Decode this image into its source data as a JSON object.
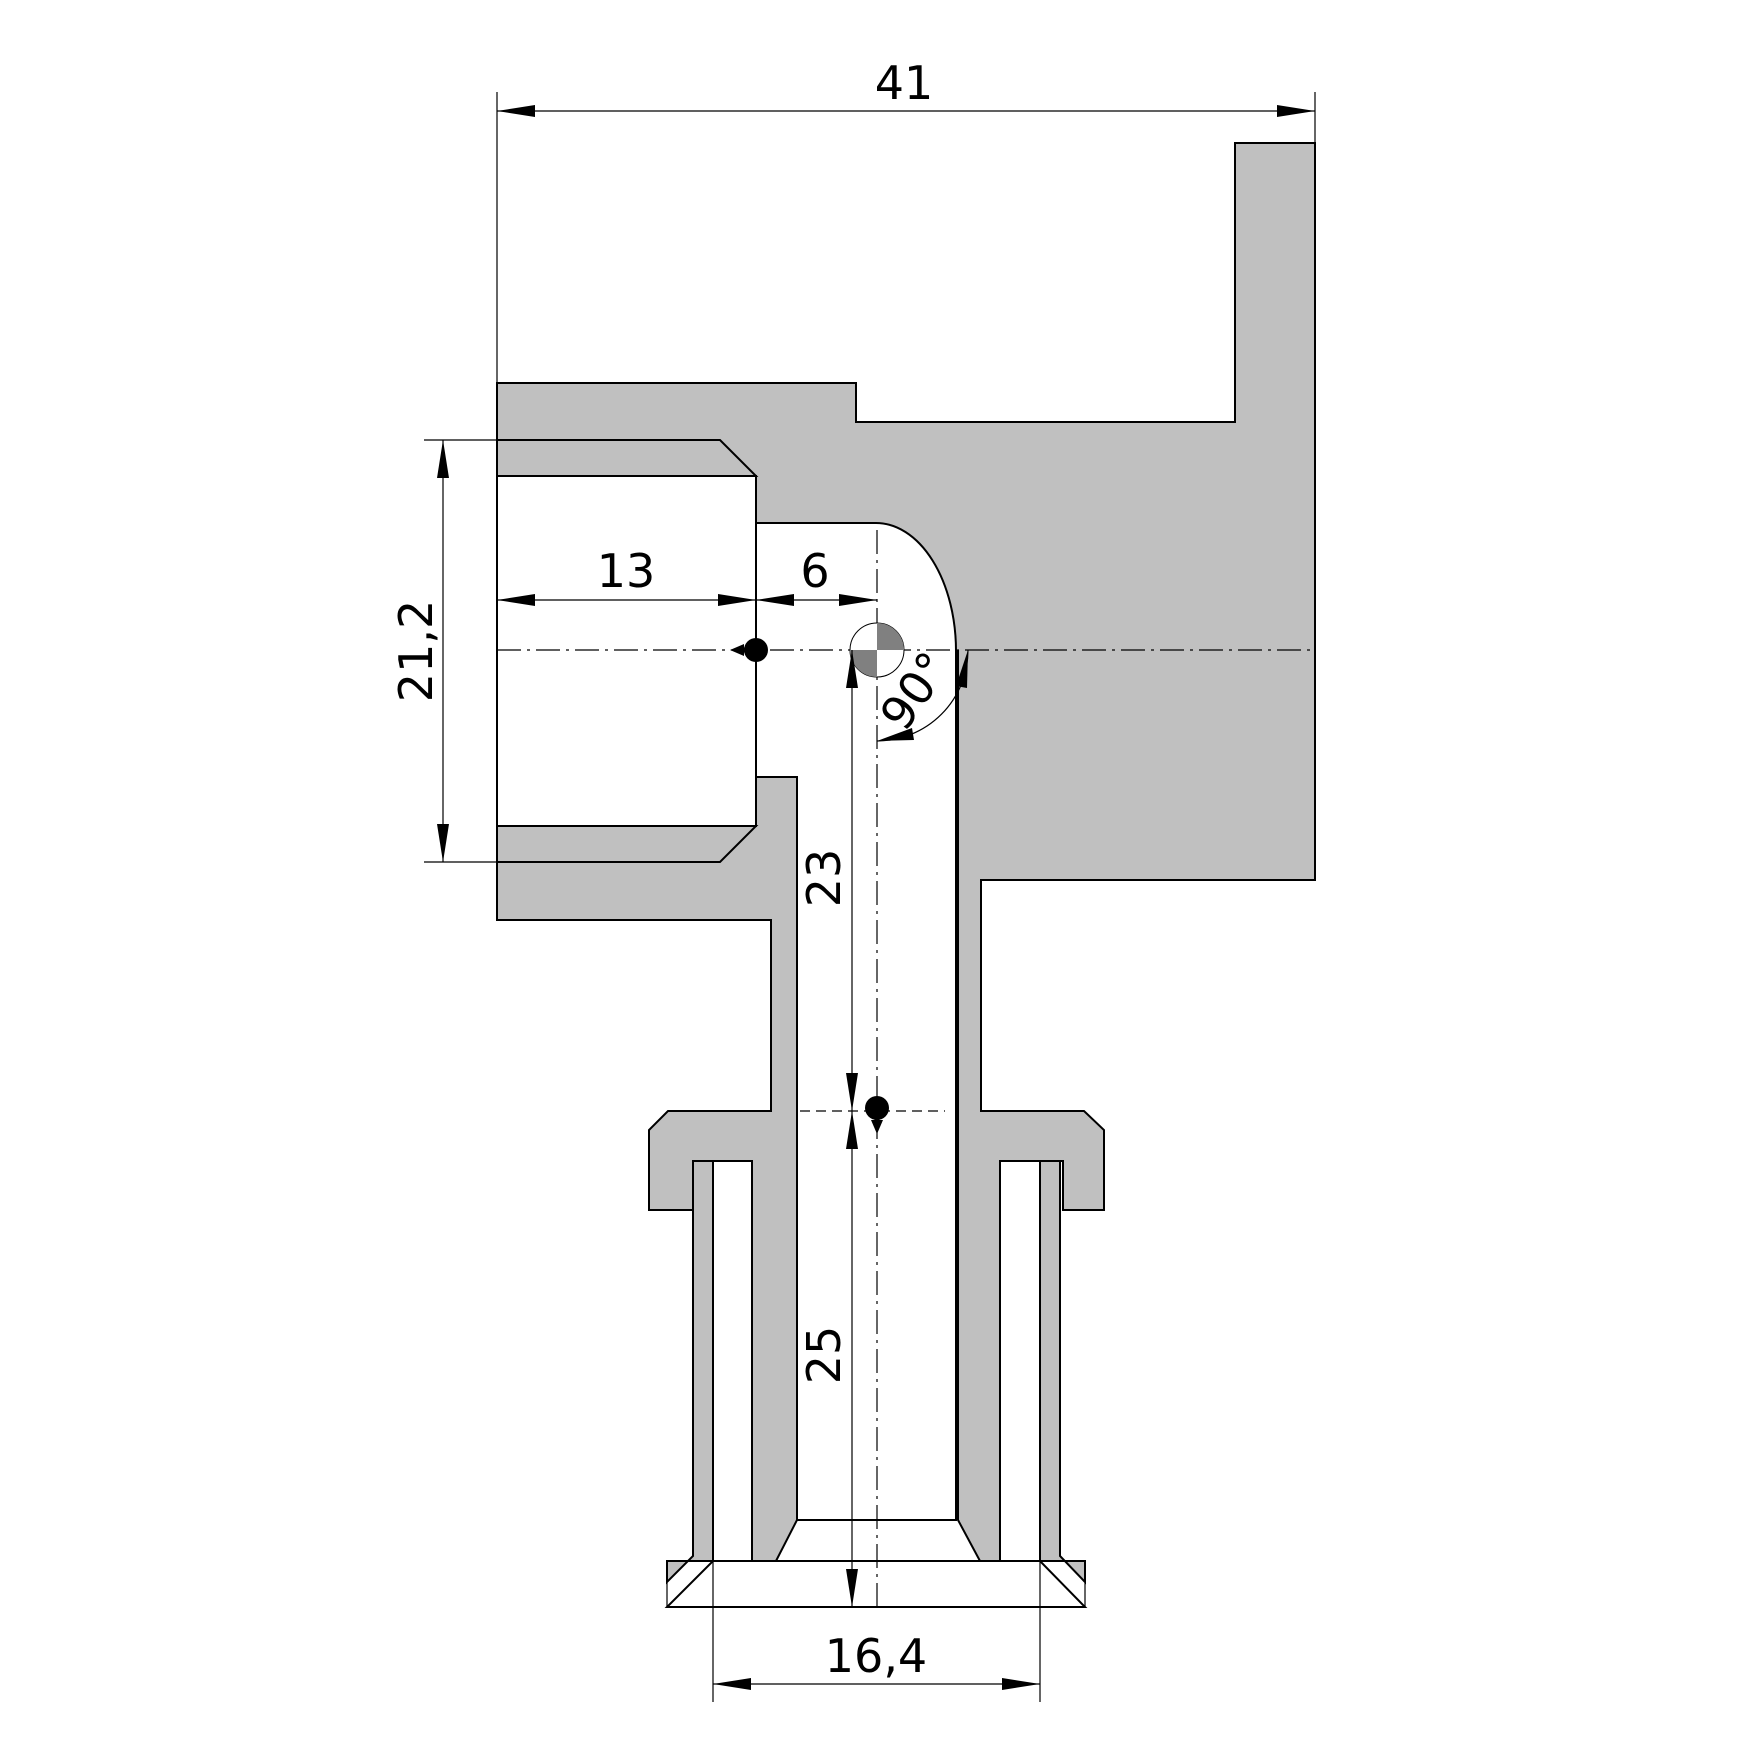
{
  "drawing": {
    "dimensions": {
      "overall_width": "41",
      "thread_diameter": "21,2",
      "thread_depth": "13",
      "center_offset": "6",
      "vertical_offset": "23",
      "insertion_depth": "25",
      "sleeve_diameter": "16,4",
      "angle": "90°"
    },
    "colors": {
      "body": "#c0c0c0",
      "line": "#000000"
    }
  }
}
